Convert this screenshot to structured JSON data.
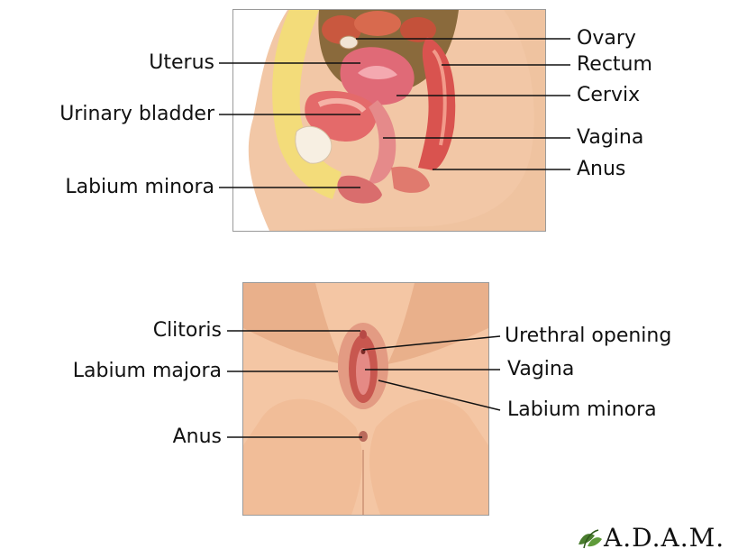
{
  "top_diagram": {
    "labels_left": {
      "uterus": "Uterus",
      "urinary_bladder": "Urinary bladder",
      "labium_minora": "Labium minora"
    },
    "labels_right": {
      "ovary": "Ovary",
      "rectum": "Rectum",
      "cervix": "Cervix",
      "vagina": "Vagina",
      "anus": "Anus"
    }
  },
  "bottom_diagram": {
    "labels_left": {
      "clitoris": "Clitoris",
      "labium_majora": "Labium majora",
      "anus": "Anus"
    },
    "labels_right": {
      "urethral_opening": "Urethral opening",
      "vagina": "Vagina",
      "labium_minora": "Labium minora"
    }
  },
  "logo": {
    "text": "A.D.A.M."
  }
}
